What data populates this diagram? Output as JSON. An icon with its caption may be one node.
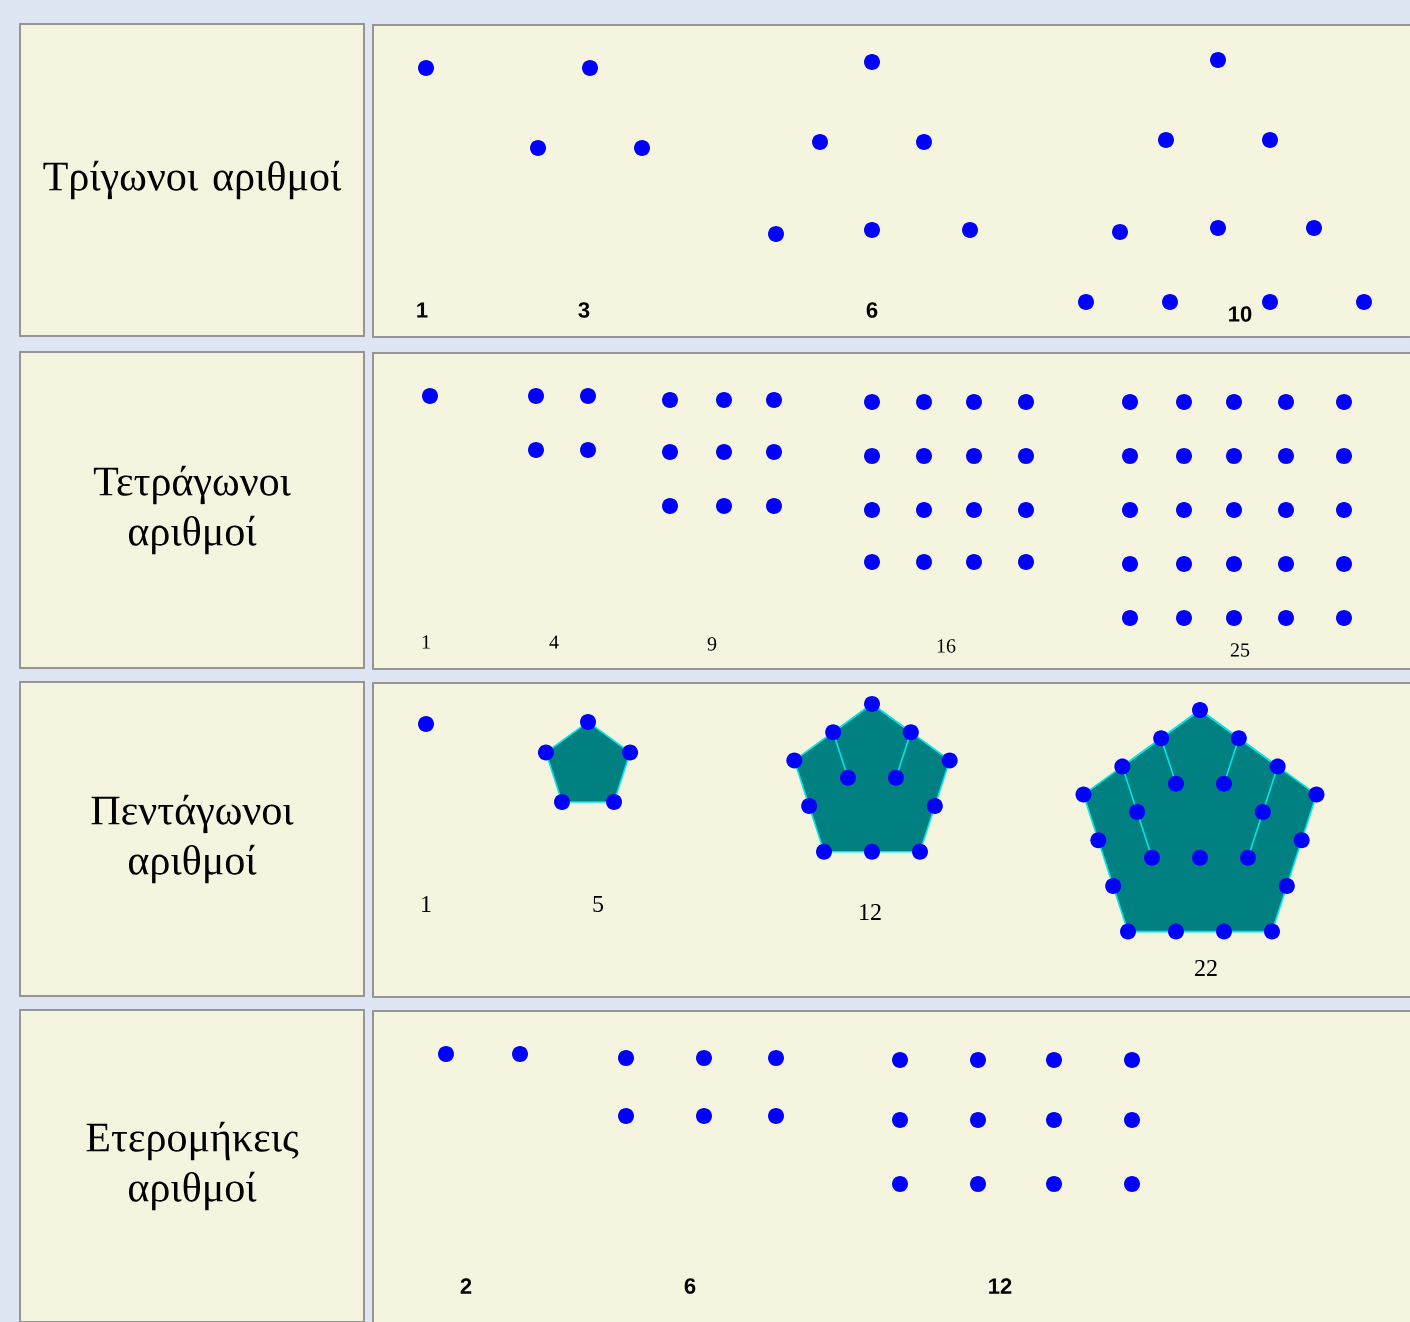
{
  "diagram": {
    "nodes": [
      {
        "text": [
          "Τρίγωνοι αριθμοί"
        ]
      },
      {
        "text": [
          "1",
          "3",
          "6",
          "10"
        ]
      },
      {
        "text": [
          "Τετράγωνοι αριθμοί"
        ]
      },
      {
        "text": [
          "1",
          "4",
          "9",
          "16",
          "25"
        ]
      },
      {
        "text": [
          "Πεντάγωνοι αριθμοί"
        ]
      },
      {
        "text": [
          "1",
          "5",
          "12",
          "22"
        ]
      },
      {
        "text": [
          "Ετερομήκεις αριθμοί"
        ]
      },
      {
        "text": [
          "2",
          "6",
          "12"
        ]
      }
    ]
  }
}
